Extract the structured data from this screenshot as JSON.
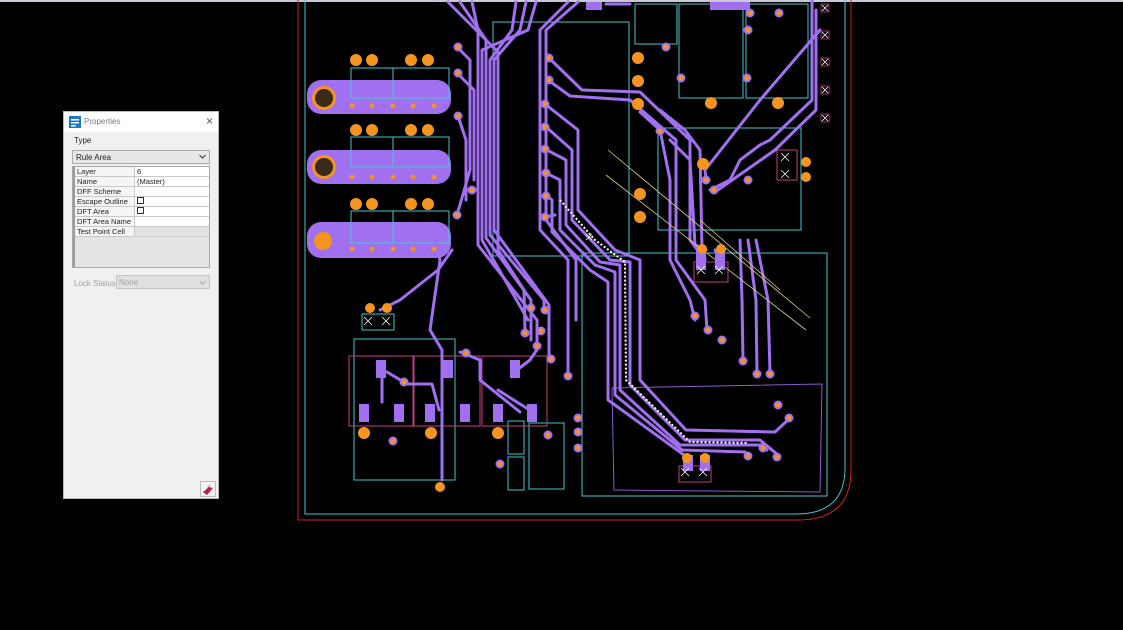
{
  "panel": {
    "title": "Properties",
    "type_label": "Type",
    "type_value": "Rule Area",
    "rows": [
      {
        "key": "Layer",
        "value": "6"
      },
      {
        "key": "Name",
        "value": "(Master)"
      },
      {
        "key": "DFF Scheme",
        "value": ""
      },
      {
        "key": "Escape Outline",
        "value": "",
        "checkbox": true
      },
      {
        "key": "DFT Area",
        "value": "",
        "checkbox": true
      },
      {
        "key": "DFT Area Name",
        "value": ""
      },
      {
        "key": "Test Point Cell",
        "value": ""
      }
    ],
    "lock_status_label": "Lock Status",
    "lock_status_value": "None"
  },
  "icons": {
    "app": "properties-app-icon",
    "close": "close-icon",
    "dropdown": "chevron-down-icon",
    "help": "help-book-icon"
  },
  "colors": {
    "background": "#000000",
    "trace": "#a070f0",
    "pad": "#f5941e",
    "outline_cyan": "#40c8d0",
    "outline_magenta": "#c04080",
    "board_edge": "#d02020",
    "guide_line": "#e0d080"
  }
}
